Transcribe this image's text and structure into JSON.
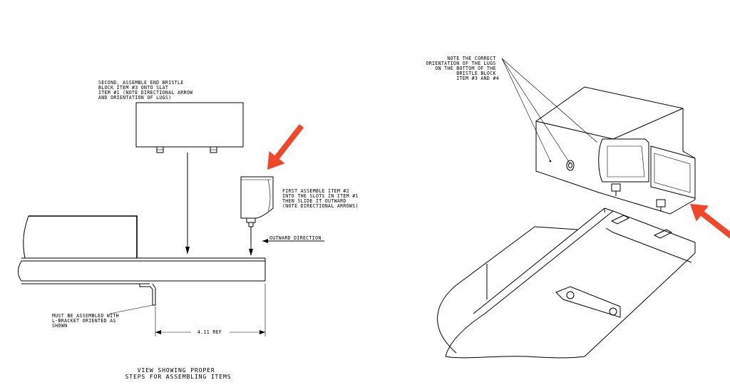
{
  "notes": {
    "second_step": [
      "SECOND, ASSEMBLE END BRISTLE",
      "BLOCK ITEM #3 ONTO SLAT",
      "ITEM #1 (NOTE DIRECTIONAL ARROW",
      "AND ORIENTATION OF LUGS)"
    ],
    "first_step": [
      "FIRST ASSEMBLE ITEM #2",
      "INTO THE SLOTS IN ITEM #1",
      "THEN SLIDE IT OUTWARD",
      "(NOTE DIRECTIONAL ARROWS)"
    ],
    "outward_direction": "OUTWARD DIRECTION",
    "l_bracket": [
      "MUST BE ASSEMBLED WITH",
      "L-BRACKET ORIENTED AS",
      "SHOWN"
    ],
    "dimension": "4.11 REF",
    "lug_orientation": [
      "NOTE THE CORRECT",
      "ORIENTATION OF THE LUGS",
      "ON THE BOTTOM OF THE",
      "BRISTLE BLOCK",
      "ITEM #3 AND #4"
    ]
  },
  "title": [
    "VIEW SHOWING PROPER",
    "STEPS FOR ASSEMBLING ITEMS"
  ],
  "colors": {
    "line": "#000000",
    "arrow": "#f0462a",
    "background": "#ffffff"
  },
  "icons": {
    "arrow_left": "red-arrow-icon",
    "arrow_right": "red-arrow-icon"
  }
}
